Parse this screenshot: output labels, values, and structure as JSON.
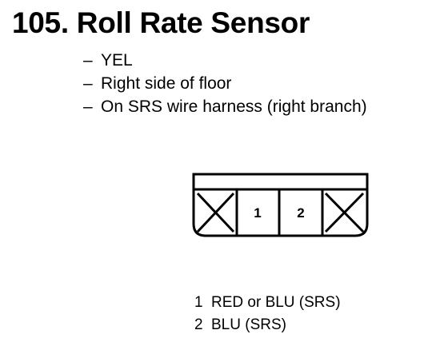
{
  "title": "105. Roll Rate Sensor",
  "notes": [
    {
      "dash": "–",
      "text": "YEL"
    },
    {
      "dash": "–",
      "text": "Right side of floor"
    },
    {
      "dash": "–",
      "text": "On SRS wire harness (right branch)"
    }
  ],
  "connector": {
    "terminals": [
      {
        "type": "empty",
        "label": ""
      },
      {
        "type": "terminal",
        "label": "1"
      },
      {
        "type": "terminal",
        "label": "2"
      },
      {
        "type": "empty",
        "label": ""
      }
    ]
  },
  "pins": [
    {
      "num": "1",
      "wire": "RED or BLU (SRS)"
    },
    {
      "num": "2",
      "wire": "BLU (SRS)"
    }
  ]
}
